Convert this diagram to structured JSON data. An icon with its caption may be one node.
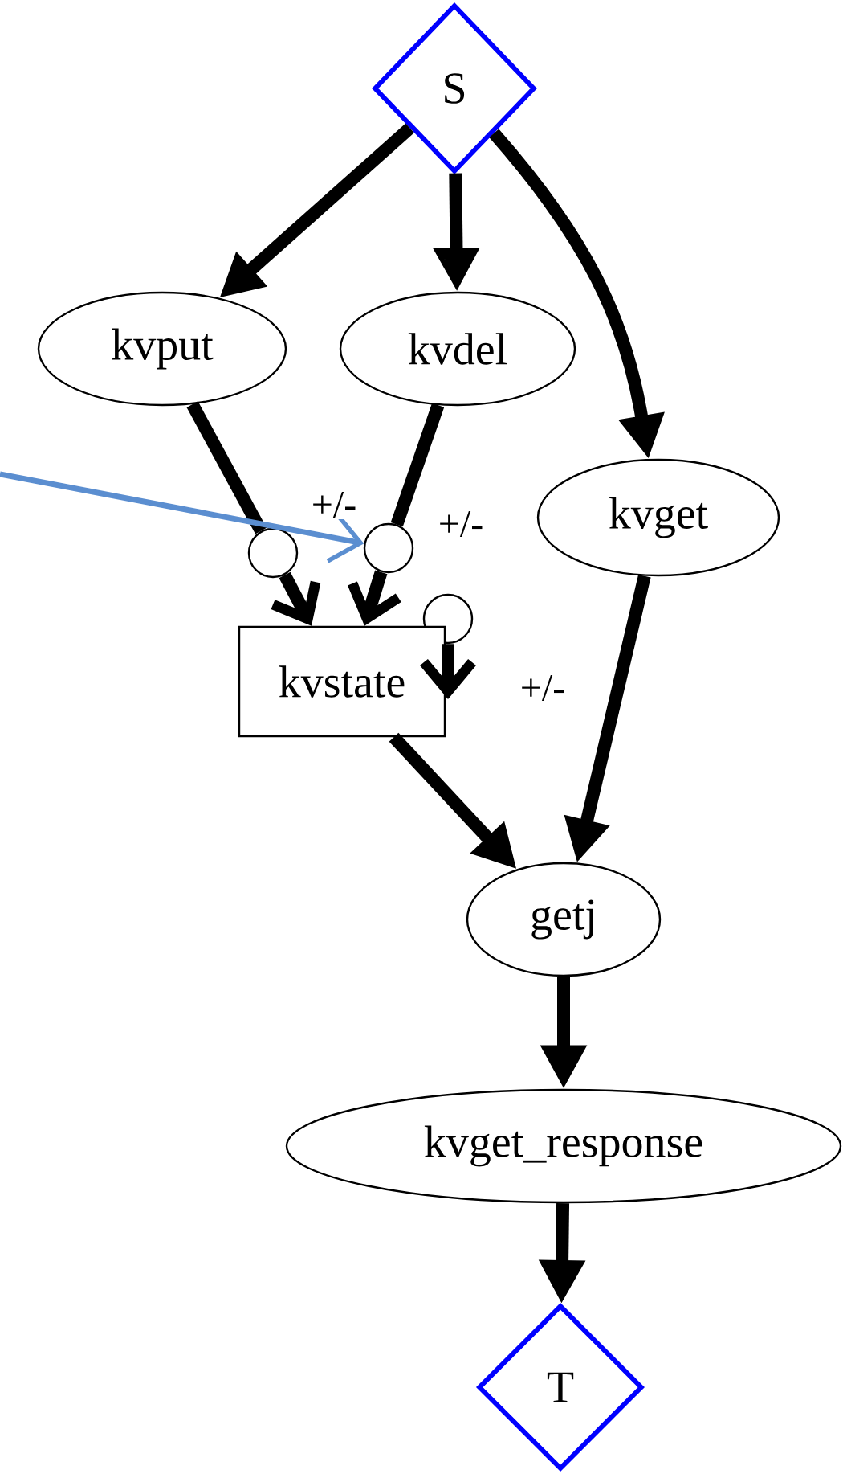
{
  "diagram": {
    "nodes": [
      {
        "text": [
          "S"
        ]
      },
      {
        "text": [
          "kvput"
        ]
      },
      {
        "text": [
          "kvdel"
        ]
      },
      {
        "text": [
          "kvget"
        ]
      },
      {
        "text": [],
        "shape": "circle"
      },
      {
        "text": [],
        "shape": "circle"
      },
      {
        "text": [],
        "shape": "circle"
      },
      {
        "text": [
          "kvstate"
        ]
      },
      {
        "text": [
          "getj"
        ]
      },
      {
        "text": [
          "kvget_response"
        ]
      },
      {
        "text": [
          "T"
        ]
      }
    ],
    "edges": [
      {
        "from": 0,
        "to": 1,
        "arrow": "to"
      },
      {
        "from": 0,
        "to": 2,
        "arrow": "to"
      },
      {
        "from": 0,
        "to": 3,
        "arrow": "to"
      },
      {
        "from": 1,
        "to": 4,
        "arrow": "none",
        "label": "+/-"
      },
      {
        "from": 4,
        "to": 7,
        "arrow": "to"
      },
      {
        "from": 2,
        "to": 5,
        "arrow": "none",
        "label": "+/-"
      },
      {
        "from": 5,
        "to": 7,
        "arrow": "to"
      },
      {
        "from": 6,
        "to": 7,
        "arrow": "to",
        "label": "+/-"
      },
      {
        "from": 7,
        "to": 8,
        "arrow": "to"
      },
      {
        "from": 3,
        "to": 8,
        "arrow": "to"
      },
      {
        "from": 8,
        "to": 9,
        "arrow": "to"
      },
      {
        "from": 9,
        "to": 10,
        "arrow": "to"
      },
      {
        "from": null,
        "to": 5,
        "arrow": "to",
        "color": "#5b8ed0"
      }
    ]
  }
}
